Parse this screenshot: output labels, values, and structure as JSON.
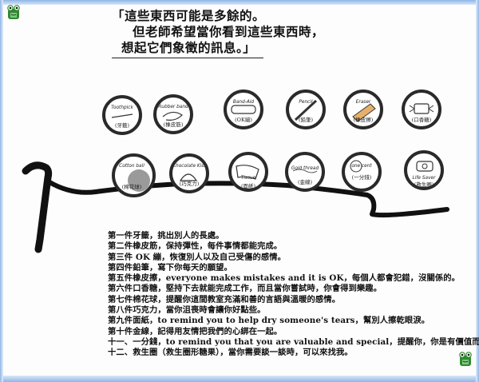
{
  "quote": {
    "line1": "「這些東西可能是多餘的。",
    "line2": "但老師希望當你看到這些東西時，",
    "line3": "想起它們象徵的訊息。」"
  },
  "row1": [
    {
      "en": "Toothpick",
      "zh": "(牙籤)"
    },
    {
      "en": "Rubber band",
      "zh": "(橡皮筋)"
    },
    {
      "en": "Band-Aid",
      "zh": "(OK繃)"
    },
    {
      "en": "Pencil",
      "zh": "(鉛筆)"
    },
    {
      "en": "Eraser",
      "zh": "(橡皮擦)"
    },
    {
      "en": "",
      "zh": "(口香糖)"
    }
  ],
  "row2": [
    {
      "en": "Cotton ball",
      "zh": "(棉花球)"
    },
    {
      "en": "Chocolate Kiss",
      "zh": "(巧克力)"
    },
    {
      "en": "Tissue",
      "zh": "(面紙)"
    },
    {
      "en": "Gold thread",
      "zh": "(金線)"
    },
    {
      "en": "one cent",
      "zh": "(一分錢)"
    },
    {
      "en": "Life Saver",
      "zh": "(救生圈)"
    }
  ],
  "list": [
    "第一件牙籤，挑出別人的長處。",
    "第二件橡皮筋，保持彈性，每件事情都能完成。",
    "第三件 OK 繃，恢復別人以及自己受傷的感情。",
    "第四件鉛筆，寫下你每天的願望。",
    "第五件橡皮擦，everyone makes mistakes and it is OK，每個人都會犯錯，沒關係的。",
    "第六件口香糖，堅持下去就能完成工作，而且當你嘗試時，你會得到樂趣。",
    "第七件棉花球，提醒你這間教室充滿和善的言語與溫暖的感情。",
    "第八件巧克力，當你沮喪時會讓你好點些。",
    "第九件面紙，to remind you to help dry someone's tears，幫別人擦乾眼淚。",
    "第十件金線，記得用友情把我們的心綁在一起。",
    "十一、一分錢，to remind you that you are valuable and special，提醒你，你是有價值而且特殊的。",
    "十二、救生圈（救生圈形糖果），當你需要談一談時，可以來找我。"
  ]
}
